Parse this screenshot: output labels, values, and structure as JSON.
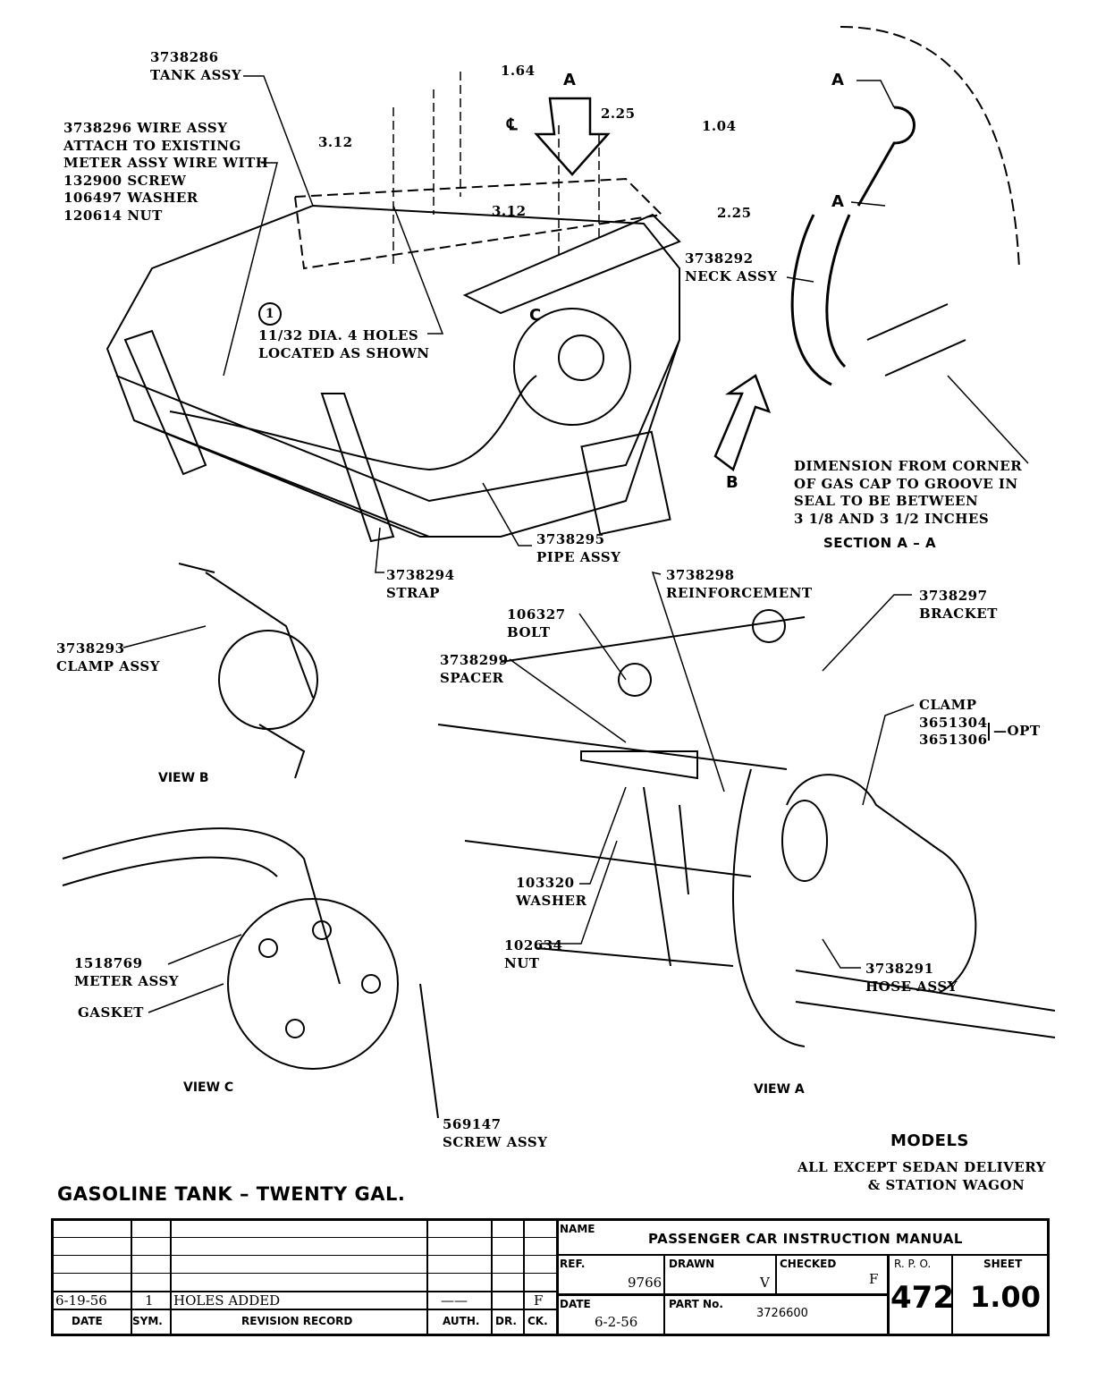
{
  "callouts": {
    "tank": [
      "3738286",
      "TANK ASSY"
    ],
    "wire": [
      "3738296 WIRE ASSY",
      "ATTACH TO EXISTING",
      "METER ASSY WIRE WITH",
      "132900 SCREW",
      "106497 WASHER",
      "120614 NUT"
    ],
    "holes_num": "1",
    "holes": [
      "11/32 DIA. 4 HOLES",
      "LOCATED AS SHOWN"
    ],
    "dims": {
      "d164": "1.64",
      "d225a": "2.25",
      "d104": "1.04",
      "d312a": "3.12",
      "d312b": "3.12",
      "d225b": "2.25",
      "cl": "℄"
    },
    "arrowA": "A",
    "arrowB": "B",
    "pointC": "C",
    "neck": [
      "3738292",
      "NECK ASSY"
    ],
    "secA1": "A",
    "secA2": "A",
    "dimension_note": [
      "DIMENSION FROM CORNER",
      "OF GAS CAP TO GROOVE IN",
      "SEAL TO BE BETWEEN",
      "3 1/8 AND 3 1/2 INCHES"
    ],
    "section": "SECTION A – A",
    "pipe": [
      "3738295",
      "PIPE ASSY"
    ],
    "strap": [
      "3738294",
      "STRAP"
    ],
    "clamp_assy": [
      "3738293",
      "CLAMP ASSY"
    ],
    "view_b": "VIEW B",
    "reinf": [
      "3738298",
      "REINFORCEMENT"
    ],
    "bracket": [
      "3738297",
      "BRACKET"
    ],
    "bolt": [
      "106327",
      "BOLT"
    ],
    "spacer": [
      "3738299",
      "SPACER"
    ],
    "clamp": [
      "CLAMP",
      "3651304",
      "3651306"
    ],
    "opt": "OPT",
    "washer": [
      "103320",
      "WASHER"
    ],
    "nut": [
      "102634",
      "NUT"
    ],
    "hose": [
      "3738291",
      "HOSE ASSY"
    ],
    "meter": [
      "1518769",
      "METER ASSY"
    ],
    "gasket": "GASKET",
    "view_c": "VIEW C",
    "view_a": "VIEW A",
    "screw": [
      "569147",
      "SCREW ASSY"
    ],
    "models": {
      "title": "MODELS",
      "lines": [
        "ALL EXCEPT SEDAN DELIVERY",
        "& STATION WAGON"
      ]
    },
    "title": "GASOLINE TANK – TWENTY GAL."
  },
  "title_block": {
    "revision": {
      "date": "6-19-56",
      "sym": "1",
      "record": "HOLES ADDED",
      "auth": "——",
      "dr": "",
      "ck": "F"
    },
    "headers": {
      "date": "DATE",
      "sym": "SYM.",
      "record": "REVISION RECORD",
      "auth": "AUTH.",
      "dr": "DR.",
      "ck": "CK."
    },
    "name_label": "NAME",
    "name": "PASSENGER CAR INSTRUCTION MANUAL",
    "ref_label": "REF.",
    "ref": "9766",
    "drawn_label": "DRAWN",
    "drawn": "V",
    "checked_label": "CHECKED",
    "checked": "F",
    "rpo_label": "R. P. O.",
    "rpo": "472",
    "sheet_label": "SHEET",
    "sheet": "1.00",
    "date_label": "DATE",
    "date": "6-2-56",
    "part_label": "PART No.",
    "part": "3726600"
  }
}
